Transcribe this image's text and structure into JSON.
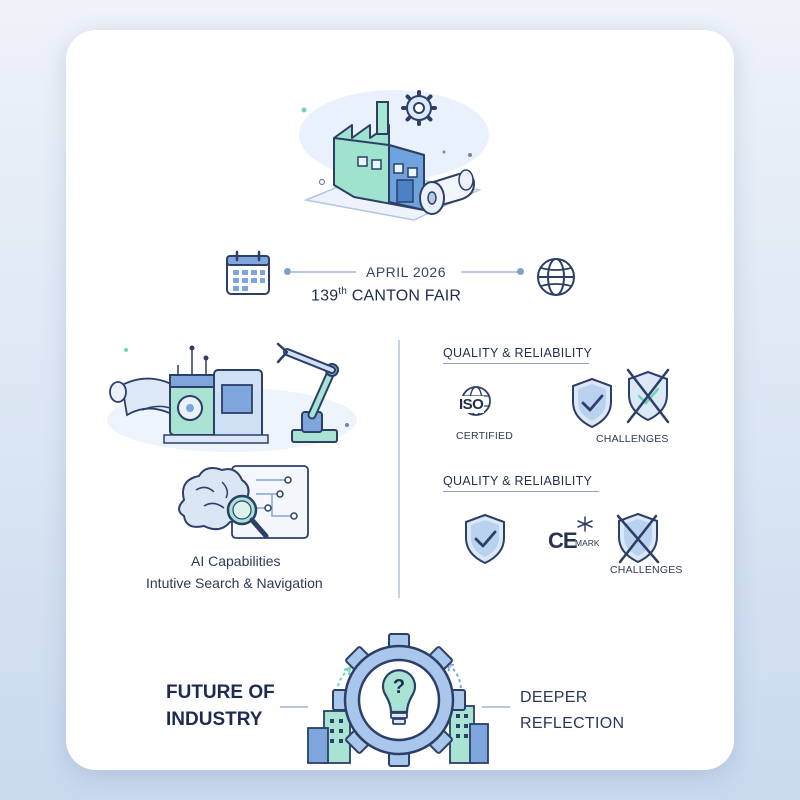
{
  "event": {
    "month": "APRIL 2026",
    "name_number": "139",
    "name_suffix": "th",
    "name_rest": " CANTON FAIR"
  },
  "quality_sections": [
    {
      "title": "QUALITY & RELIABILITY",
      "items": [
        {
          "label": "CERTIFIED",
          "badge": "ISO",
          "icon": "iso-globe-icon"
        },
        {
          "label": "CHALLENGES",
          "icon": "shield-check-crossed-icon"
        }
      ]
    },
    {
      "title": "QUALITY & RELIABILITY",
      "items": [
        {
          "label": "",
          "icon": "shield-check-icon"
        },
        {
          "label": "CHALLENGES",
          "badge": "CE",
          "mark": "MARK",
          "icon": "shield-crossed-icon"
        }
      ]
    }
  ],
  "ai": {
    "title": "AI Capabilities",
    "subtitle": "Intutive Search & Navigation"
  },
  "future": {
    "line1": "FUTURE OF",
    "line2": "INDUSTRY"
  },
  "reflection": {
    "line1": "DEEPER",
    "line2": "REFLECTION"
  },
  "colors": {
    "navy": "#1d2b52",
    "teal": "#6fd3b8",
    "blue": "#7ea6dc",
    "light_blue": "#cfe0f5"
  }
}
